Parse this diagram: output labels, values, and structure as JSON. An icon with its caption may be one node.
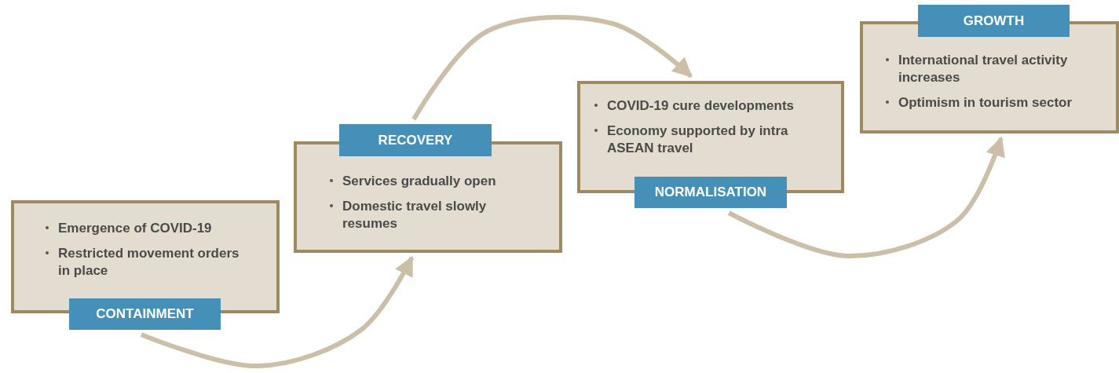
{
  "diagram": {
    "nodes": [
      {
        "text": [
          "Emergence of COVID-19",
          "Restricted movement orders in place",
          "CONTAINMENT"
        ]
      },
      {
        "text": [
          "RECOVERY",
          "Services gradually  open",
          "Domestic travel slowly resumes"
        ]
      },
      {
        "text": [
          "COVID-19 cure developments",
          "Economy supported by intra ASEAN  travel",
          "NORMALISATION"
        ]
      },
      {
        "text": [
          "GROWTH",
          "International travel activity increases",
          "Optimism in tourism sector"
        ]
      }
    ],
    "edges": [
      {
        "from": 0,
        "to": 1,
        "arrow": "to"
      },
      {
        "from": 1,
        "to": 2,
        "arrow": "to"
      },
      {
        "from": 2,
        "to": 3,
        "arrow": "to"
      }
    ]
  }
}
